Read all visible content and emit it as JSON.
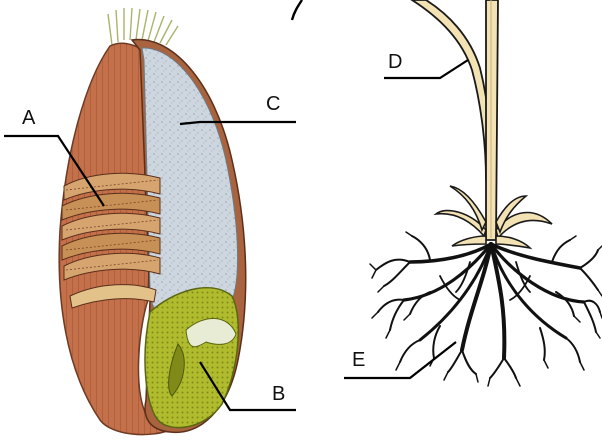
{
  "labels": {
    "a": "A",
    "b": "B",
    "c": "C",
    "d": "D",
    "e": "E"
  },
  "colors": {
    "husk": "#c4704a",
    "husk_dark": "#8a4a2c",
    "endosperm": "#c9d3dc",
    "embryo": "#a8b52a",
    "stem": "#f3e2b4",
    "root": "#111111"
  }
}
